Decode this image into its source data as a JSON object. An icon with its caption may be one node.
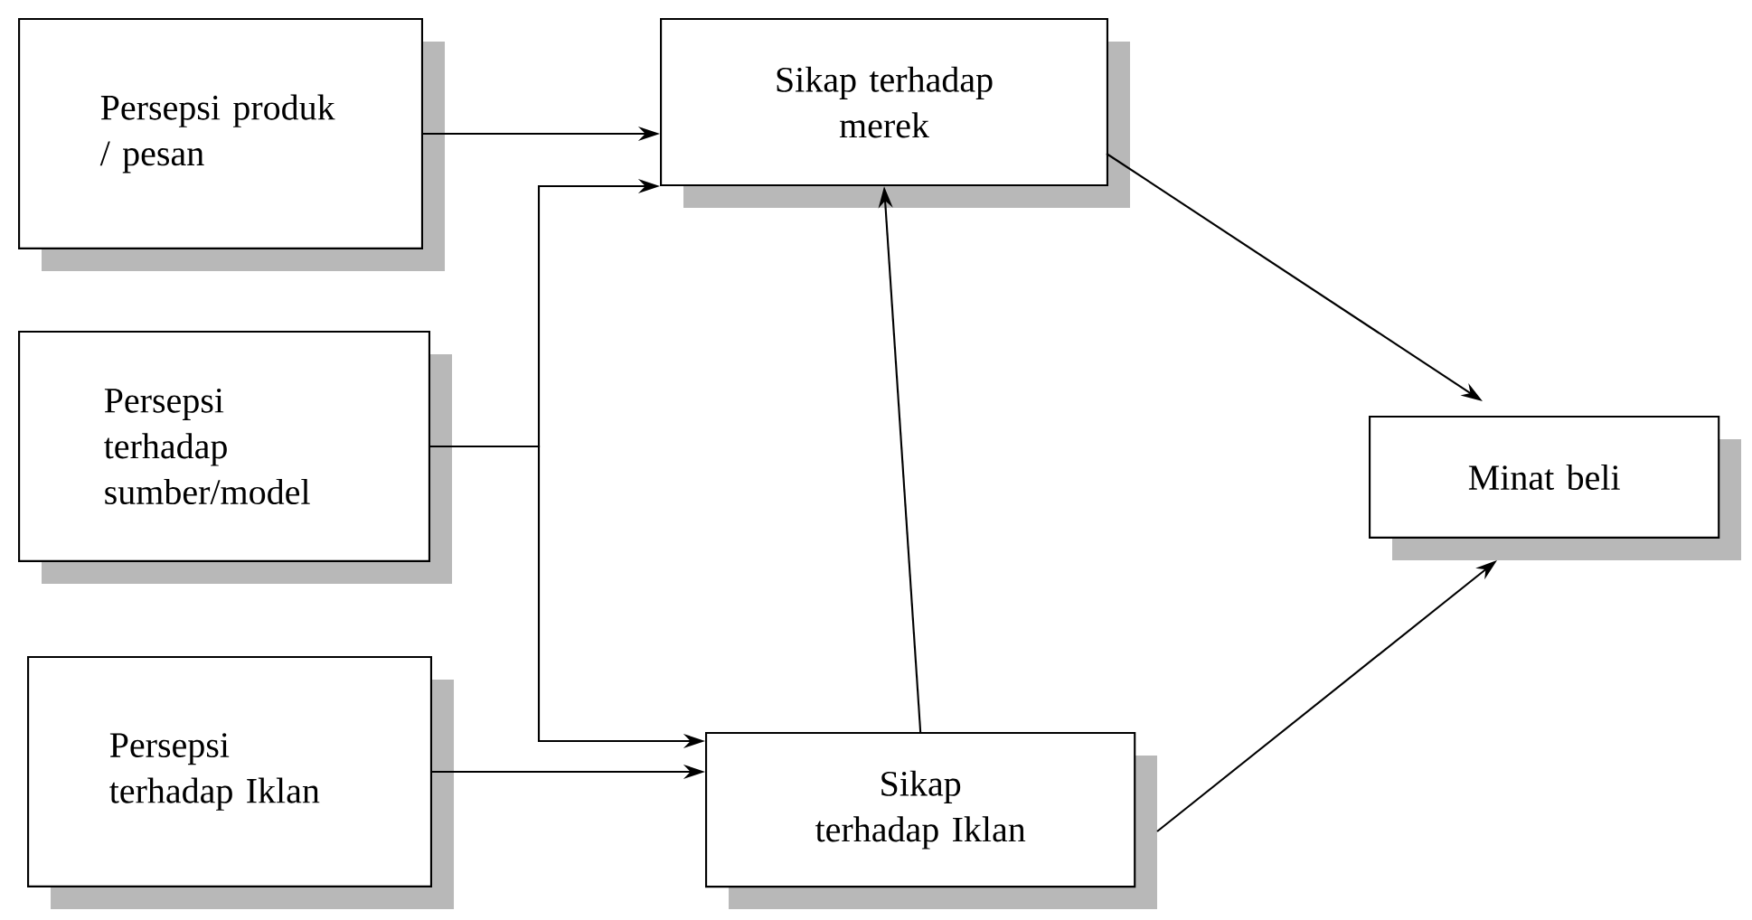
{
  "diagram": {
    "nodes": [
      {
        "text": [
          "Persepsi produk / pesan"
        ]
      },
      {
        "text": [
          "Persepsi terhadap sumber/model"
        ]
      },
      {
        "text": [
          "Persepsi terhadap Iklan"
        ]
      },
      {
        "text": [
          "Sikap terhadap merek"
        ]
      },
      {
        "text": [
          "Sikap terhadap Iklan"
        ]
      },
      {
        "text": [
          "Minat beli"
        ]
      }
    ],
    "edges": [
      {
        "from": 0,
        "to": 3,
        "arrow": "to"
      },
      {
        "from": 1,
        "to": 3,
        "arrow": "to"
      },
      {
        "from": 1,
        "to": 4,
        "arrow": "to"
      },
      {
        "from": 2,
        "to": 4,
        "arrow": "to"
      },
      {
        "from": 4,
        "to": 3,
        "arrow": "to"
      },
      {
        "from": 3,
        "to": 5,
        "arrow": "to"
      },
      {
        "from": 4,
        "to": 5,
        "arrow": "to"
      }
    ]
  }
}
